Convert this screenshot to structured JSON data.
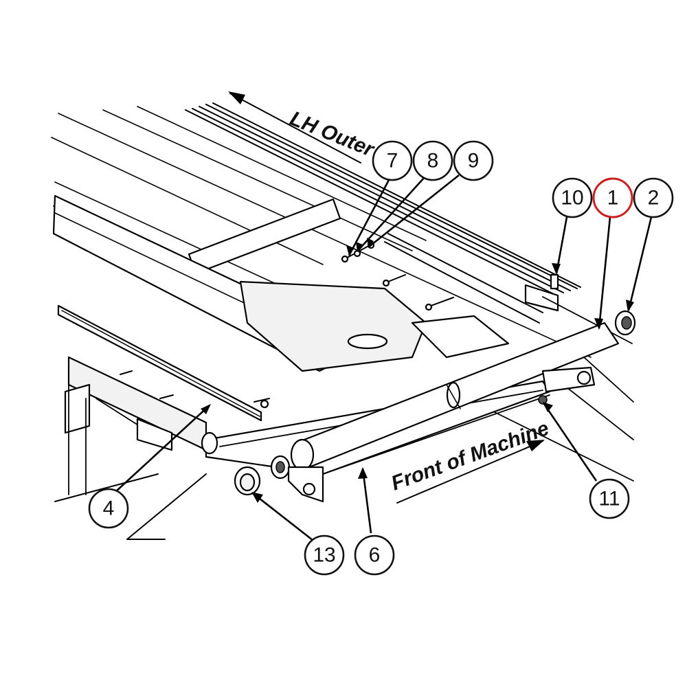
{
  "labels": {
    "lh_outer": "LH Outer",
    "front_of_machine": "Front of Machine"
  },
  "callouts": [
    {
      "id": "c1",
      "number": "1",
      "highlighted": true
    },
    {
      "id": "c2",
      "number": "2",
      "highlighted": false
    },
    {
      "id": "c4",
      "number": "4",
      "highlighted": false
    },
    {
      "id": "c6",
      "number": "6",
      "highlighted": false
    },
    {
      "id": "c7",
      "number": "7",
      "highlighted": false
    },
    {
      "id": "c8",
      "number": "8",
      "highlighted": false
    },
    {
      "id": "c9",
      "number": "9",
      "highlighted": false
    },
    {
      "id": "c10",
      "number": "10",
      "highlighted": false
    },
    {
      "id": "c11",
      "number": "11",
      "highlighted": false
    },
    {
      "id": "c13",
      "number": "13",
      "highlighted": false
    }
  ],
  "colors": {
    "highlight": "#cc1f1f",
    "line": "#000000",
    "background": "#ffffff"
  }
}
